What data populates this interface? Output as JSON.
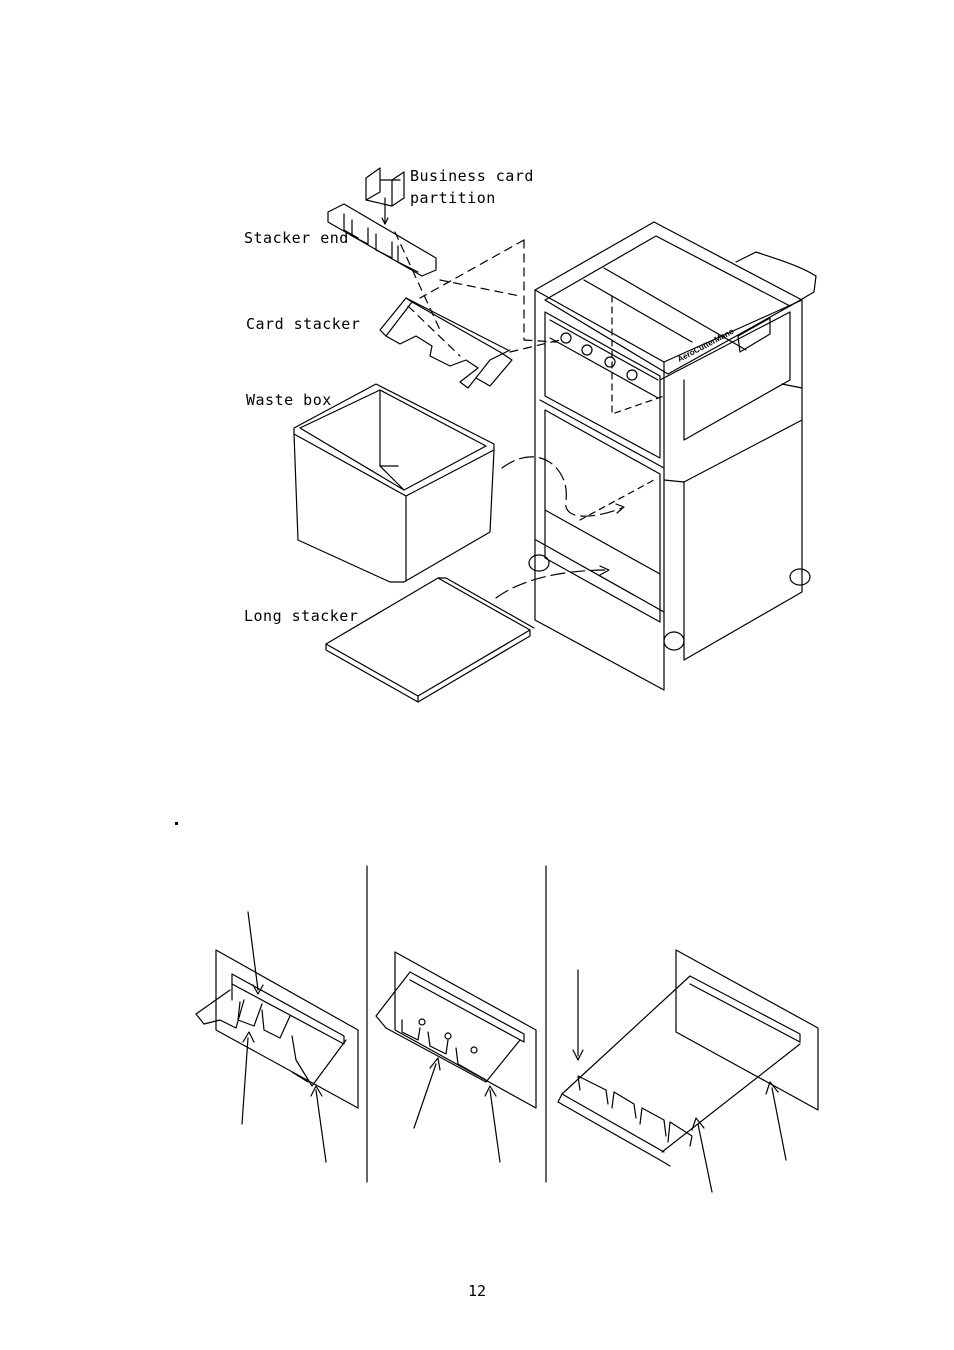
{
  "labels": {
    "business_card_partition_line1": "Business card",
    "business_card_partition_line2": "partition",
    "stacker_end": "Stacker end",
    "card_stacker": "Card stacker",
    "waste_box": "Waste box",
    "long_stacker": "Long stacker"
  },
  "machine": {
    "brand_text": "AeroCutterMano"
  },
  "page_number": "12"
}
